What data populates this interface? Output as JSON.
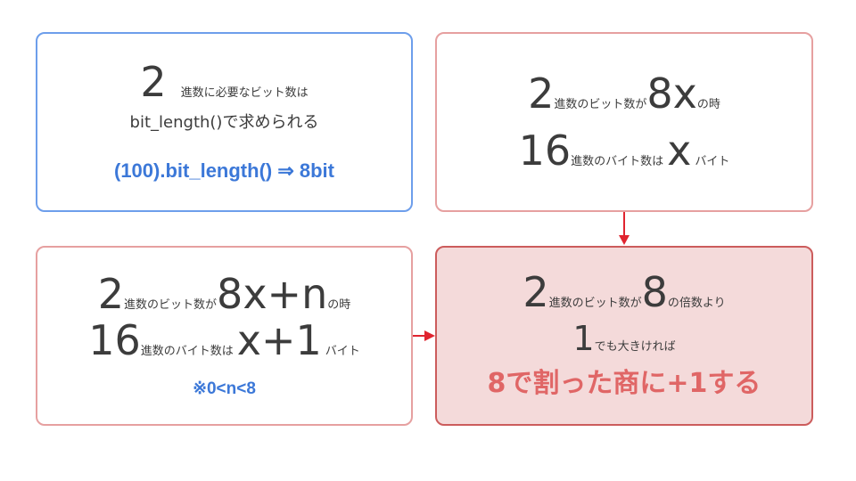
{
  "box_top_left": {
    "digit": "2",
    "text1": "進数に必要なビット数は",
    "text2": "bit_length()で求められる",
    "example": "(100).bit_length() ⇒ 8bit"
  },
  "box_top_right": {
    "line1": {
      "num": "2",
      "t1": "進数のビット数が",
      "var": "8x",
      "t2": "の時"
    },
    "line2": {
      "num": "16",
      "t1": "進数のバイト数は",
      "var": "x",
      "t2": "バイト"
    }
  },
  "box_bottom_left": {
    "line1": {
      "num": "2",
      "t1": "進数のビット数が",
      "var": "8x+n",
      "t2": "の時"
    },
    "line2": {
      "num": "16",
      "t1": "進数のバイト数は",
      "var": "x+1",
      "t2": "バイト"
    },
    "note": "※0<n<8"
  },
  "box_bottom_right": {
    "line1": {
      "num": "2",
      "t1": "進数のビット数が",
      "var": "8",
      "t2": "の倍数より"
    },
    "line2": {
      "num": "1",
      "t1": "でも大きければ"
    },
    "conclusion": "8で割った商に+1する"
  },
  "colors": {
    "blue_border": "#6d9eeb",
    "blue_text": "#3c78d8",
    "pink_border": "#e6a0a0",
    "red_border": "#cc5c5c",
    "red_fill": "#f4dada",
    "red_text": "#e06666",
    "arrow": "#e0242f"
  }
}
